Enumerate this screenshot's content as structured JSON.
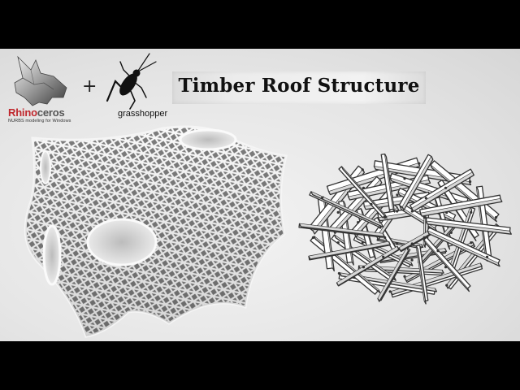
{
  "title": "Timber Roof Structure",
  "logos": {
    "rhino": {
      "name_part1": "Rhino",
      "name_part2": "ceros",
      "tagline": "NURBS modeling for Windows",
      "icon": "rhino-head-icon"
    },
    "plus": "+",
    "grasshopper": {
      "name": "grasshopper",
      "icon": "grasshopper-icon"
    }
  },
  "images": {
    "shell": "lattice-shell-roof-render",
    "timber": "timber-reciprocal-frame-drawing"
  },
  "colors": {
    "rhino_red": "#c0272d",
    "background": "#e6e6e6",
    "letterbox": "#000000"
  }
}
